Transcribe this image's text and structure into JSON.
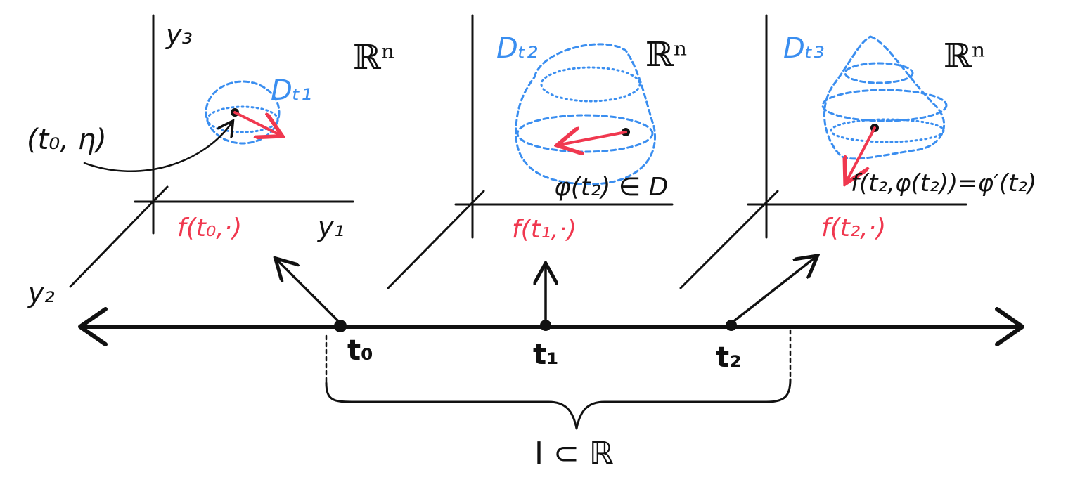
{
  "colors": {
    "ink": "#111111",
    "domain": "#3a8ef0",
    "field": "#f0384f"
  },
  "axes": {
    "y1": "y₁",
    "y2": "y₂",
    "y3": "y₃"
  },
  "panels": [
    {
      "space": "ℝⁿ",
      "domain_label": "Dₜ₁",
      "field_label": "f(t₀,·)"
    },
    {
      "space": "ℝⁿ",
      "domain_label": "Dₜ₂",
      "field_label": "f(t₁,·)"
    },
    {
      "space": "ℝⁿ",
      "domain_label": "Dₜ₃",
      "field_label": "f(t₂,·)"
    }
  ],
  "annotations": {
    "initial_point": "(t₀, η)",
    "membership": "φ(t₂) ∈ D",
    "equation": "f(t₂,φ(t₂))=φ′(t₂)"
  },
  "timeline": {
    "points": [
      "t₀",
      "t₁",
      "t₂"
    ],
    "interval": "I ⊂ ℝ"
  }
}
